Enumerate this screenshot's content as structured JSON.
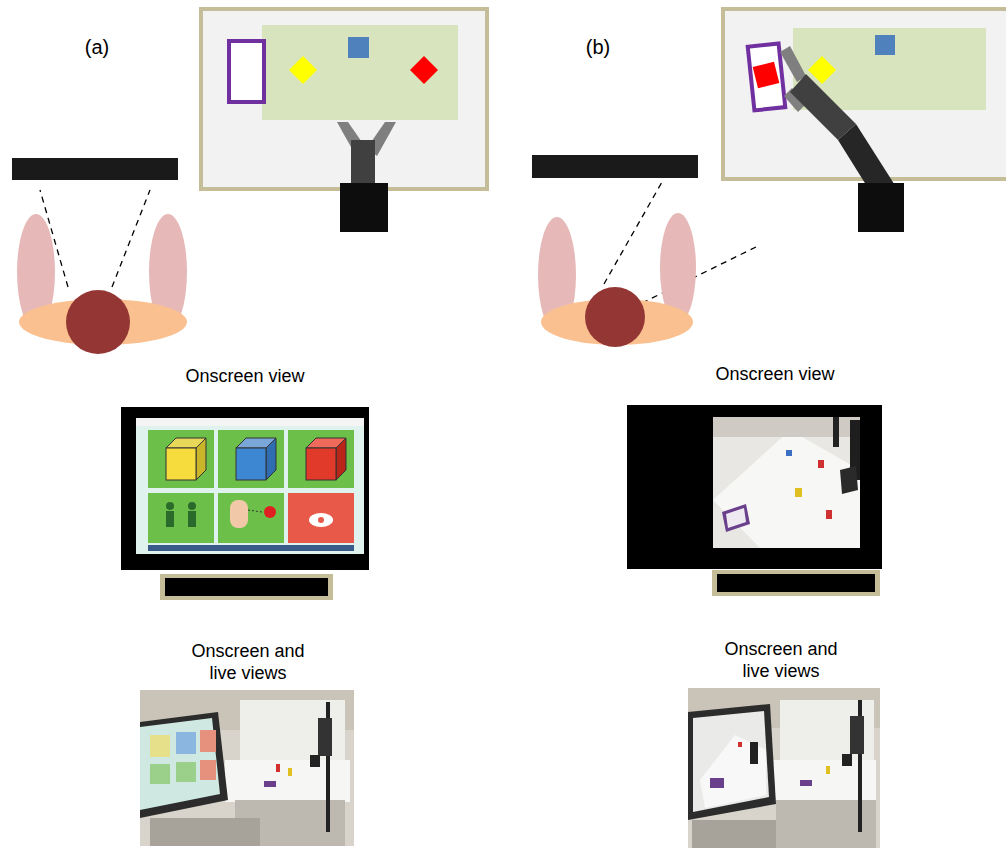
{
  "diagram": {
    "labels": [
      "(a)",
      "Onscreen view",
      "Onscreen and live views",
      "(b)",
      "Onscreen view",
      "Onscreen and live views"
    ]
  }
}
